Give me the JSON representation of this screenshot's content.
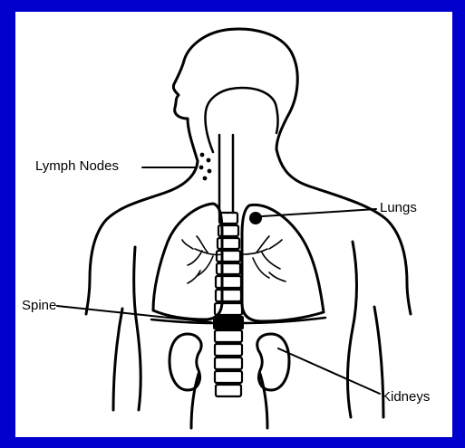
{
  "labels": {
    "lymph_nodes": "Lymph Nodes",
    "lungs": "Lungs",
    "spine": "Spine",
    "kidneys": "Kidneys"
  },
  "colors": {
    "frame": "#0000cc",
    "background": "#ffffff",
    "ink": "#000000"
  }
}
